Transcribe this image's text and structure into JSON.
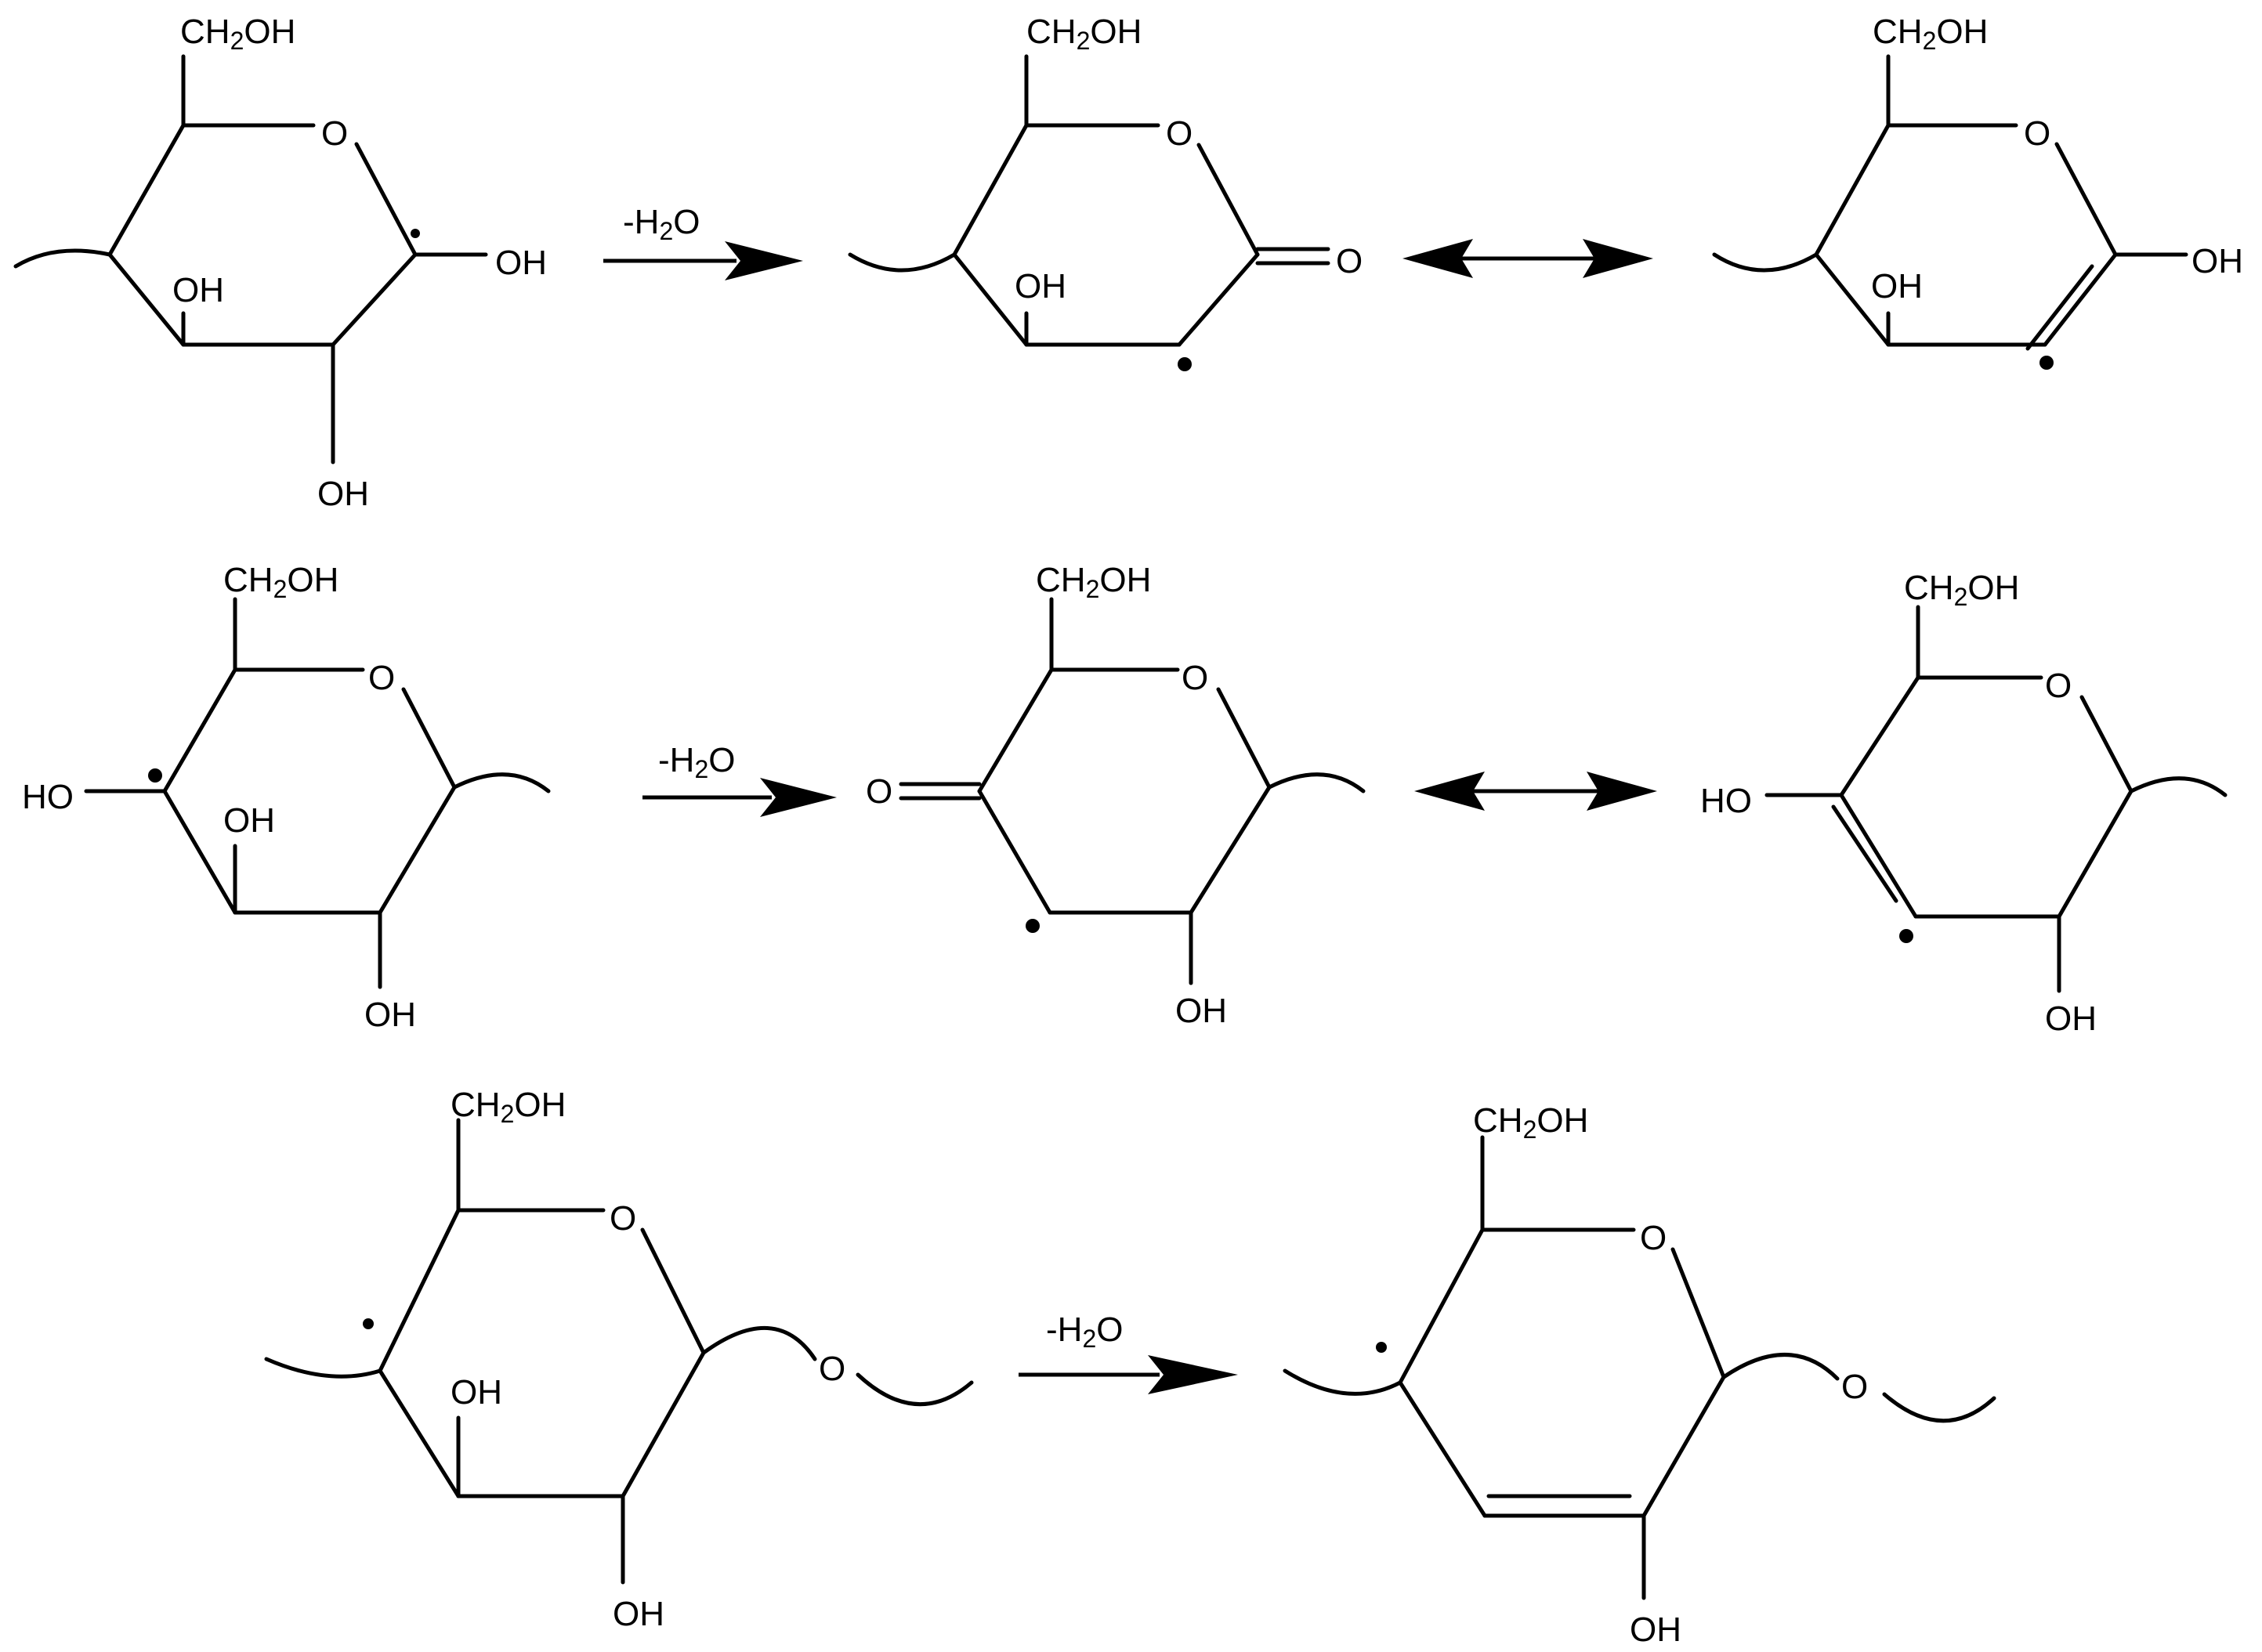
{
  "labels": {
    "ch2oh": "CH2OH",
    "ch2oh_prefix": "CH",
    "ch2oh_sub": "2",
    "ch2oh_suffix": "OH",
    "o": "O",
    "oh": "OH",
    "ho": "HO",
    "dehydration_prefix": "-H",
    "dehydration_sub": "2",
    "dehydration_suffix": "O"
  },
  "rows": [
    {
      "reactant": "C1 radical glucose unit",
      "condition": "-H2O",
      "products": [
        "C2 radical lactone",
        "C2 radical enol"
      ],
      "relation": "resonance"
    },
    {
      "reactant": "C4 radical glucose unit",
      "condition": "-H2O",
      "products": [
        "C3 radical ketone",
        "C3 radical enol"
      ],
      "relation": "resonance"
    },
    {
      "reactant": "C4 radical glucose unit (glycosidic)",
      "condition": "-H2O",
      "products": [
        "C4 radical enol"
      ],
      "relation": "single"
    }
  ]
}
